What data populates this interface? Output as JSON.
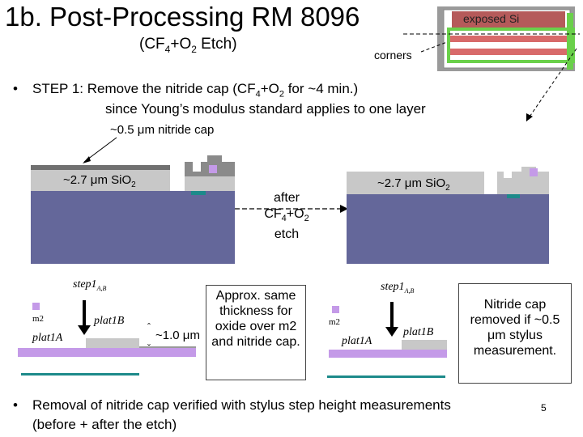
{
  "slide": {
    "title": "1b. Post-Processing RM 8096",
    "subtitle_pre": "(CF",
    "subtitle_sub1": "4",
    "subtitle_mid": "+O",
    "subtitle_sub2": "2",
    "subtitle_post": " Etch)",
    "page_number": "5"
  },
  "inset": {
    "exposed_label": "exposed Si",
    "corners_label": "corners"
  },
  "step1": {
    "bullet": "•",
    "line1_pre": "STEP 1:  Remove the nitride cap (CF",
    "line1_sub1": "4",
    "line1_mid": "+O",
    "line1_sub2": "2",
    "line1_post": " for ~4 min.)",
    "line2": "since Young’s modulus standard applies to one layer"
  },
  "before_diagram": {
    "nitride_label_pre": "~0.5 ",
    "nitride_label_mu": "μ",
    "nitride_label_post": "m nitride cap",
    "oxide_label_pre": "~2.7 ",
    "oxide_label_mu": "μ",
    "oxide_label_post": "m SiO",
    "oxide_label_sub": "2"
  },
  "after_arrow": {
    "line1": "after",
    "line2_pre": "CF",
    "line2_sub1": "4",
    "line2_mid": "+O",
    "line2_sub2": "2",
    "line3": "etch"
  },
  "after_diagram": {
    "oxide_label_pre": "~2.7 ",
    "oxide_label_mu": "μ",
    "oxide_label_post": "m SiO",
    "oxide_label_sub": "2"
  },
  "left_step": {
    "step_label": "step1",
    "step_sub": "A,B",
    "m2": "m2",
    "plat1b": "plat1B",
    "plat1a": "plat1A",
    "thickness_pre": "~1.0 ",
    "thickness_mu": "μ",
    "thickness_post": "m"
  },
  "middle_note": {
    "text": "Approx. same thickness for oxide over m2 and nitride cap."
  },
  "right_step": {
    "step_label": "step1",
    "step_sub": "A,B",
    "m2": "m2",
    "plat1b": "plat1B",
    "plat1a": "plat1A"
  },
  "right_note": {
    "line1": "Nitride cap removed if ~0.5",
    "line2_mu": "μ",
    "line2_post": "m stylus measurement."
  },
  "bottom_bullet": {
    "bullet": "•",
    "line1": "Removal of nitride cap verified with stylus step height measurements",
    "line2": "(before + after the etch)"
  },
  "colors": {
    "substrate": "#64679a",
    "oxide": "#c8c8c8",
    "nitride": "#707070",
    "metal": "#c49ae8",
    "teal": "#1d8a8a",
    "inset_green": "#66cc44",
    "inset_red": "#c94a4a"
  }
}
